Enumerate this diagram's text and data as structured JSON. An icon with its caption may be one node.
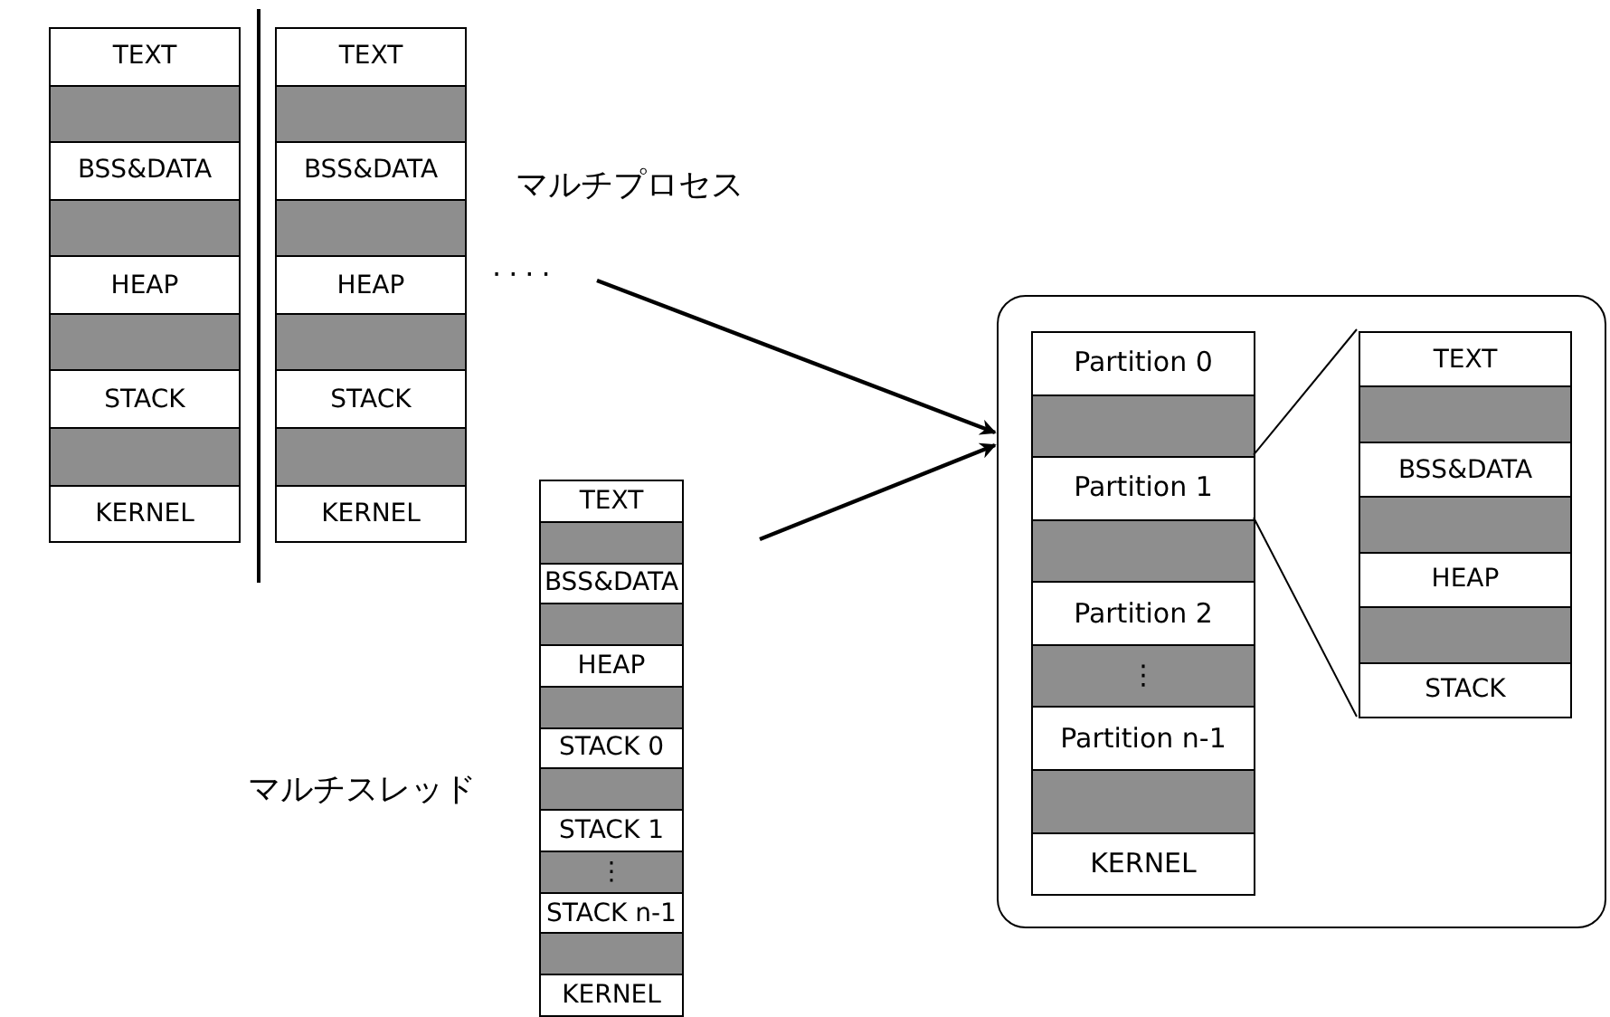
{
  "diagram": {
    "nodes": [
      {
        "text": [],
        "shape": "box"
      },
      {
        "text": [
          "TEXT"
        ],
        "in": 0
      },
      {
        "text": [],
        "shape": "box",
        "in": 0
      },
      {
        "text": [
          "BSS&DATA"
        ],
        "in": 0
      },
      {
        "text": [],
        "shape": "box",
        "in": 0
      },
      {
        "text": [
          "HEAP"
        ],
        "in": 0
      },
      {
        "text": [],
        "shape": "box",
        "in": 0
      },
      {
        "text": [
          "STACK"
        ],
        "in": 0
      },
      {
        "text": [],
        "shape": "box",
        "in": 0
      },
      {
        "text": [
          "KERNEL"
        ],
        "in": 0
      },
      {
        "text": [],
        "shape": "box"
      },
      {
        "text": [
          "TEXT"
        ],
        "in": 10
      },
      {
        "text": [],
        "shape": "box",
        "in": 10
      },
      {
        "text": [
          "BSS&DATA"
        ],
        "in": 10
      },
      {
        "text": [],
        "shape": "box",
        "in": 10
      },
      {
        "text": [
          "HEAP"
        ],
        "in": 10
      },
      {
        "text": [],
        "shape": "box",
        "in": 10
      },
      {
        "text": [
          "STACK"
        ],
        "in": 10
      },
      {
        "text": [],
        "shape": "box",
        "in": 10
      },
      {
        "text": [
          "KERNEL"
        ],
        "in": 10
      },
      {
        "text": [],
        "shape": "box"
      },
      {
        "text": [
          "TEXT"
        ],
        "in": 20
      },
      {
        "text": [],
        "shape": "box",
        "in": 20
      },
      {
        "text": [
          "BSS&DATA"
        ],
        "in": 20
      },
      {
        "text": [],
        "shape": "box",
        "in": 20
      },
      {
        "text": [
          "HEAP"
        ],
        "in": 20
      },
      {
        "text": [],
        "shape": "box",
        "in": 20
      },
      {
        "text": [
          "STACK 0"
        ],
        "in": 20
      },
      {
        "text": [],
        "shape": "box",
        "in": 20
      },
      {
        "text": [
          "STACK 1"
        ],
        "in": 20
      },
      {
        "text": [
          "⋮"
        ],
        "in": 20
      },
      {
        "text": [
          "STACK n-1"
        ],
        "in": 20
      },
      {
        "text": [],
        "shape": "box",
        "in": 20
      },
      {
        "text": [
          "KERNEL"
        ],
        "in": 20
      },
      {
        "text": [],
        "shape": "box"
      },
      {
        "text": [],
        "shape": "box",
        "in": 34
      },
      {
        "text": [
          "Partition 0"
        ],
        "in": 35
      },
      {
        "text": [],
        "shape": "box",
        "in": 35
      },
      {
        "text": [
          "Partition 1"
        ],
        "in": 35
      },
      {
        "text": [],
        "shape": "box",
        "in": 35
      },
      {
        "text": [
          "Partition 2"
        ],
        "in": 35
      },
      {
        "text": [
          "⋮"
        ],
        "in": 35
      },
      {
        "text": [
          "Partition n-1"
        ],
        "in": 35
      },
      {
        "text": [],
        "shape": "box",
        "in": 35
      },
      {
        "text": [
          "KERNEL"
        ],
        "in": 35
      },
      {
        "text": [],
        "shape": "box",
        "in": 34
      },
      {
        "text": [
          "TEXT"
        ],
        "in": 45
      },
      {
        "text": [],
        "shape": "box",
        "in": 45
      },
      {
        "text": [
          "BSS&DATA"
        ],
        "in": 45
      },
      {
        "text": [],
        "shape": "box",
        "in": 45
      },
      {
        "text": [
          "HEAP"
        ],
        "in": 45
      },
      {
        "text": [],
        "shape": "box",
        "in": 45
      },
      {
        "text": [
          "STACK"
        ],
        "in": 45
      }
    ],
    "edges": [
      {
        "from": null,
        "to": 34,
        "arrow": "to"
      },
      {
        "from": null,
        "to": 34,
        "arrow": "to"
      },
      {
        "from": 38,
        "to": 45,
        "arrow": "none"
      },
      {
        "from": 38,
        "to": 45,
        "arrow": "none"
      }
    ],
    "labels": [
      "マルチプロセス",
      "····",
      "マルチスレッド"
    ]
  }
}
